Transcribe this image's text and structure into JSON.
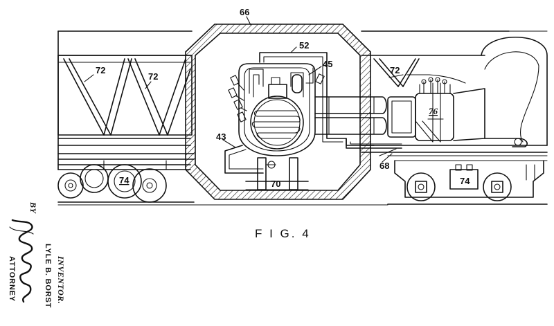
{
  "figure": {
    "caption": "F I G. 4"
  },
  "reference_numerals": {
    "shield": "66",
    "piping": "52",
    "vessel_top": "45",
    "struts_left_a": "72",
    "struts_left_b": "72",
    "struts_right": "72",
    "coolant_loop": "43",
    "base_pipe": "70",
    "return_line": "68",
    "engine": "76",
    "truck_left": "74",
    "truck_right": "74"
  },
  "signature_block": {
    "by": "BY",
    "inventor_label": "INVENTOR.",
    "inventor_name": "LYLE B. BORST",
    "attorney": "ATTORNEY"
  },
  "colors": {
    "ink": "#111111",
    "paper": "#ffffff"
  }
}
